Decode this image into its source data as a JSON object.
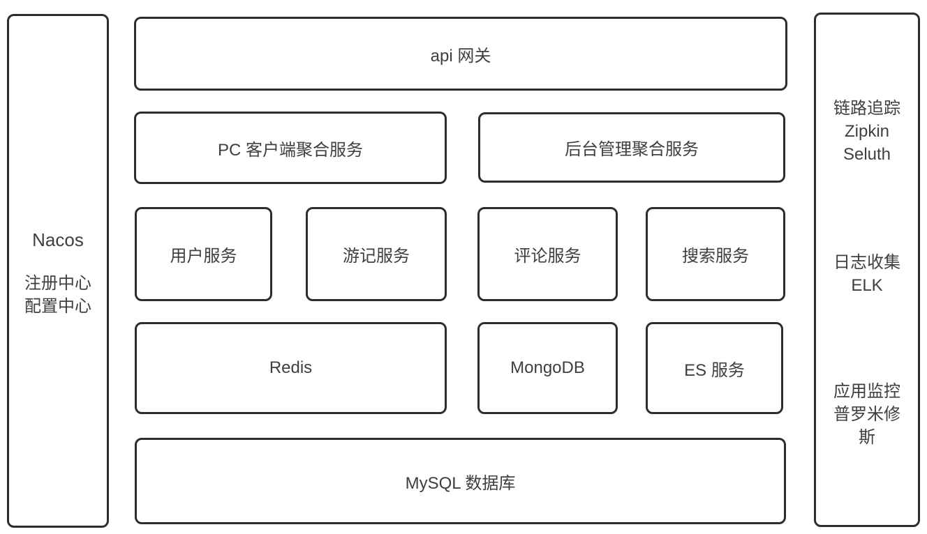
{
  "diagram": {
    "left_panel": {
      "title": "Nacos",
      "lines": [
        "注册中心",
        "配置中心"
      ]
    },
    "main": {
      "api_gateway": "api 网关",
      "aggregation_services": [
        "PC 客户端聚合服务",
        "后台管理聚合服务"
      ],
      "micro_services": [
        "用户服务",
        "游记服务",
        "评论服务",
        "搜索服务"
      ],
      "data_services": [
        "Redis",
        "MongoDB",
        "ES 服务"
      ],
      "database": "MySQL 数据库"
    },
    "right_panel": {
      "sections": [
        {
          "lines": [
            "链路追踪",
            "Zipkin",
            "Seluth"
          ]
        },
        {
          "lines": [
            "日志收集",
            "ELK"
          ]
        },
        {
          "lines": [
            "应用监控",
            "普罗米修",
            "斯"
          ]
        }
      ]
    }
  }
}
